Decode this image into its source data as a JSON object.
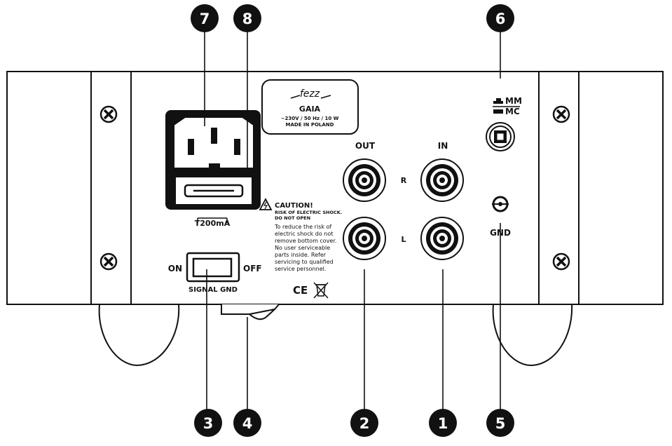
{
  "brand": {
    "logo": "fezz",
    "model": "GAIA",
    "rating": "~230V / 50 Hz / 10 W",
    "origin": "MADE IN POLAND"
  },
  "jacks": {
    "out": "OUT",
    "in": "IN",
    "right": "R",
    "left": "L"
  },
  "cartridge": {
    "mm": "MM",
    "mc": "MC"
  },
  "ground": {
    "label": "GND"
  },
  "fuse": {
    "label": "T200mA"
  },
  "switch": {
    "on": "ON",
    "off": "OFF",
    "label": "SIGNAL GND"
  },
  "caution": {
    "title": "CAUTION!",
    "line1": "RISK OF ELECTRIC SHOCK.",
    "line2": "DO NOT OPEN",
    "body": [
      "To reduce the risk of",
      "electric shock do not",
      "remove bottom cover.",
      "No user serviceable",
      "parts inside. Refer",
      "servicing to qualified",
      "service personnel."
    ]
  },
  "marks": {
    "ce": "CE"
  },
  "callouts": [
    "1",
    "2",
    "3",
    "4",
    "5",
    "6",
    "7",
    "8"
  ]
}
